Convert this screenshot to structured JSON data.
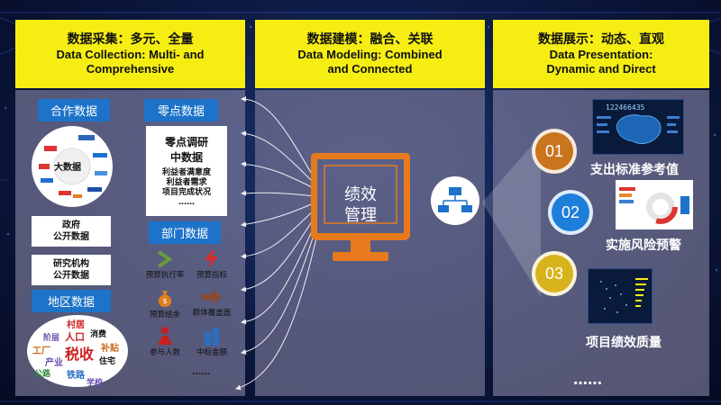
{
  "columns": [
    {
      "title_zh": "数据采集：多元、全量",
      "title_en_1": "Data Collection: Multi- and",
      "title_en_2": "Comprehensive"
    },
    {
      "title_zh": "数据建模：融合、关联",
      "title_en_1": "Data Modeling: Combined",
      "title_en_2": "and Connected"
    },
    {
      "title_zh": "数据展示：动态、直观",
      "title_en_1": "Data Presentation:",
      "title_en_2": "Dynamic and Direct"
    }
  ],
  "collection": {
    "partner_label": "合作数据",
    "bigdata_label": "大数据",
    "zero_label": "零点数据",
    "zero_title_1": "零点调研",
    "zero_title_2": "中数据",
    "zero_lines": [
      "利益者满意度",
      "利益者需求",
      "项目完成状况",
      "……"
    ],
    "gov_1": "政府",
    "gov_2": "公开数据",
    "research_1": "研究机构",
    "research_2": "公开数据",
    "dept_label": "部门数据",
    "dept_items": [
      "预算执行率",
      "预算指标",
      "预算结余",
      "群体覆盖面",
      "参与人数",
      "中标金额",
      "……"
    ],
    "region_label": "地区数据",
    "region_words": [
      "村居",
      "阶层",
      "人口",
      "消费",
      "工厂",
      "税收",
      "补贴",
      "产业",
      "住宅",
      "公路",
      "铁路",
      "学校"
    ]
  },
  "modeling": {
    "monitor_line1": "绩效",
    "monitor_line2": "管理"
  },
  "presentation": {
    "items": [
      {
        "num": "01",
        "label": "支出标准参考值",
        "color": "#c8751e"
      },
      {
        "num": "02",
        "label": "实施风险预警",
        "color": "#1f7ed9"
      },
      {
        "num": "03",
        "label": "项目绩效质量",
        "color": "#d9b31c"
      }
    ],
    "dashboard_number": "122466435",
    "more": "……"
  },
  "colors": {
    "header": "#f6ee13",
    "blue_label": "#1c73c9",
    "monitor": "#e87a1e"
  }
}
